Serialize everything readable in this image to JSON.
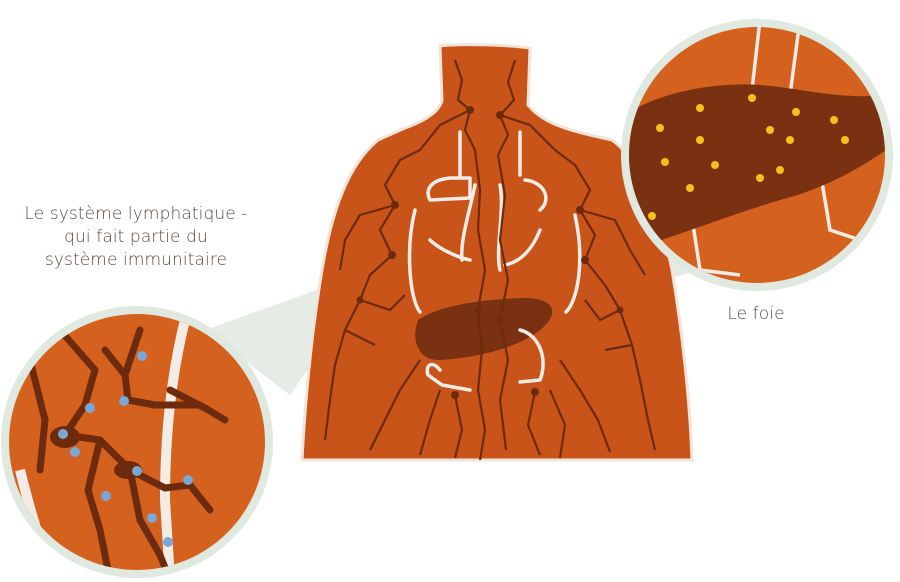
{
  "labels": {
    "lymphatic_line1": "Le système lymphatique -",
    "lymphatic_line2": "qui fait partie du",
    "lymphatic_line3": "système immunitaire",
    "liver": "Le foie"
  },
  "colors": {
    "body": "#c8541a",
    "body_shadow": "#a3451a",
    "vessel": "#6e2a0c",
    "organ_outline": "#f3ece6",
    "liver": "#7a3112",
    "zoom_bg": "#d5611f",
    "zoom_ring": "#dfe9e0",
    "node_marker": "#7aa7d6",
    "cell_marker": "#f2c21c"
  },
  "icons": [
    "lymph-node-icon",
    "immune-cell-icon"
  ]
}
